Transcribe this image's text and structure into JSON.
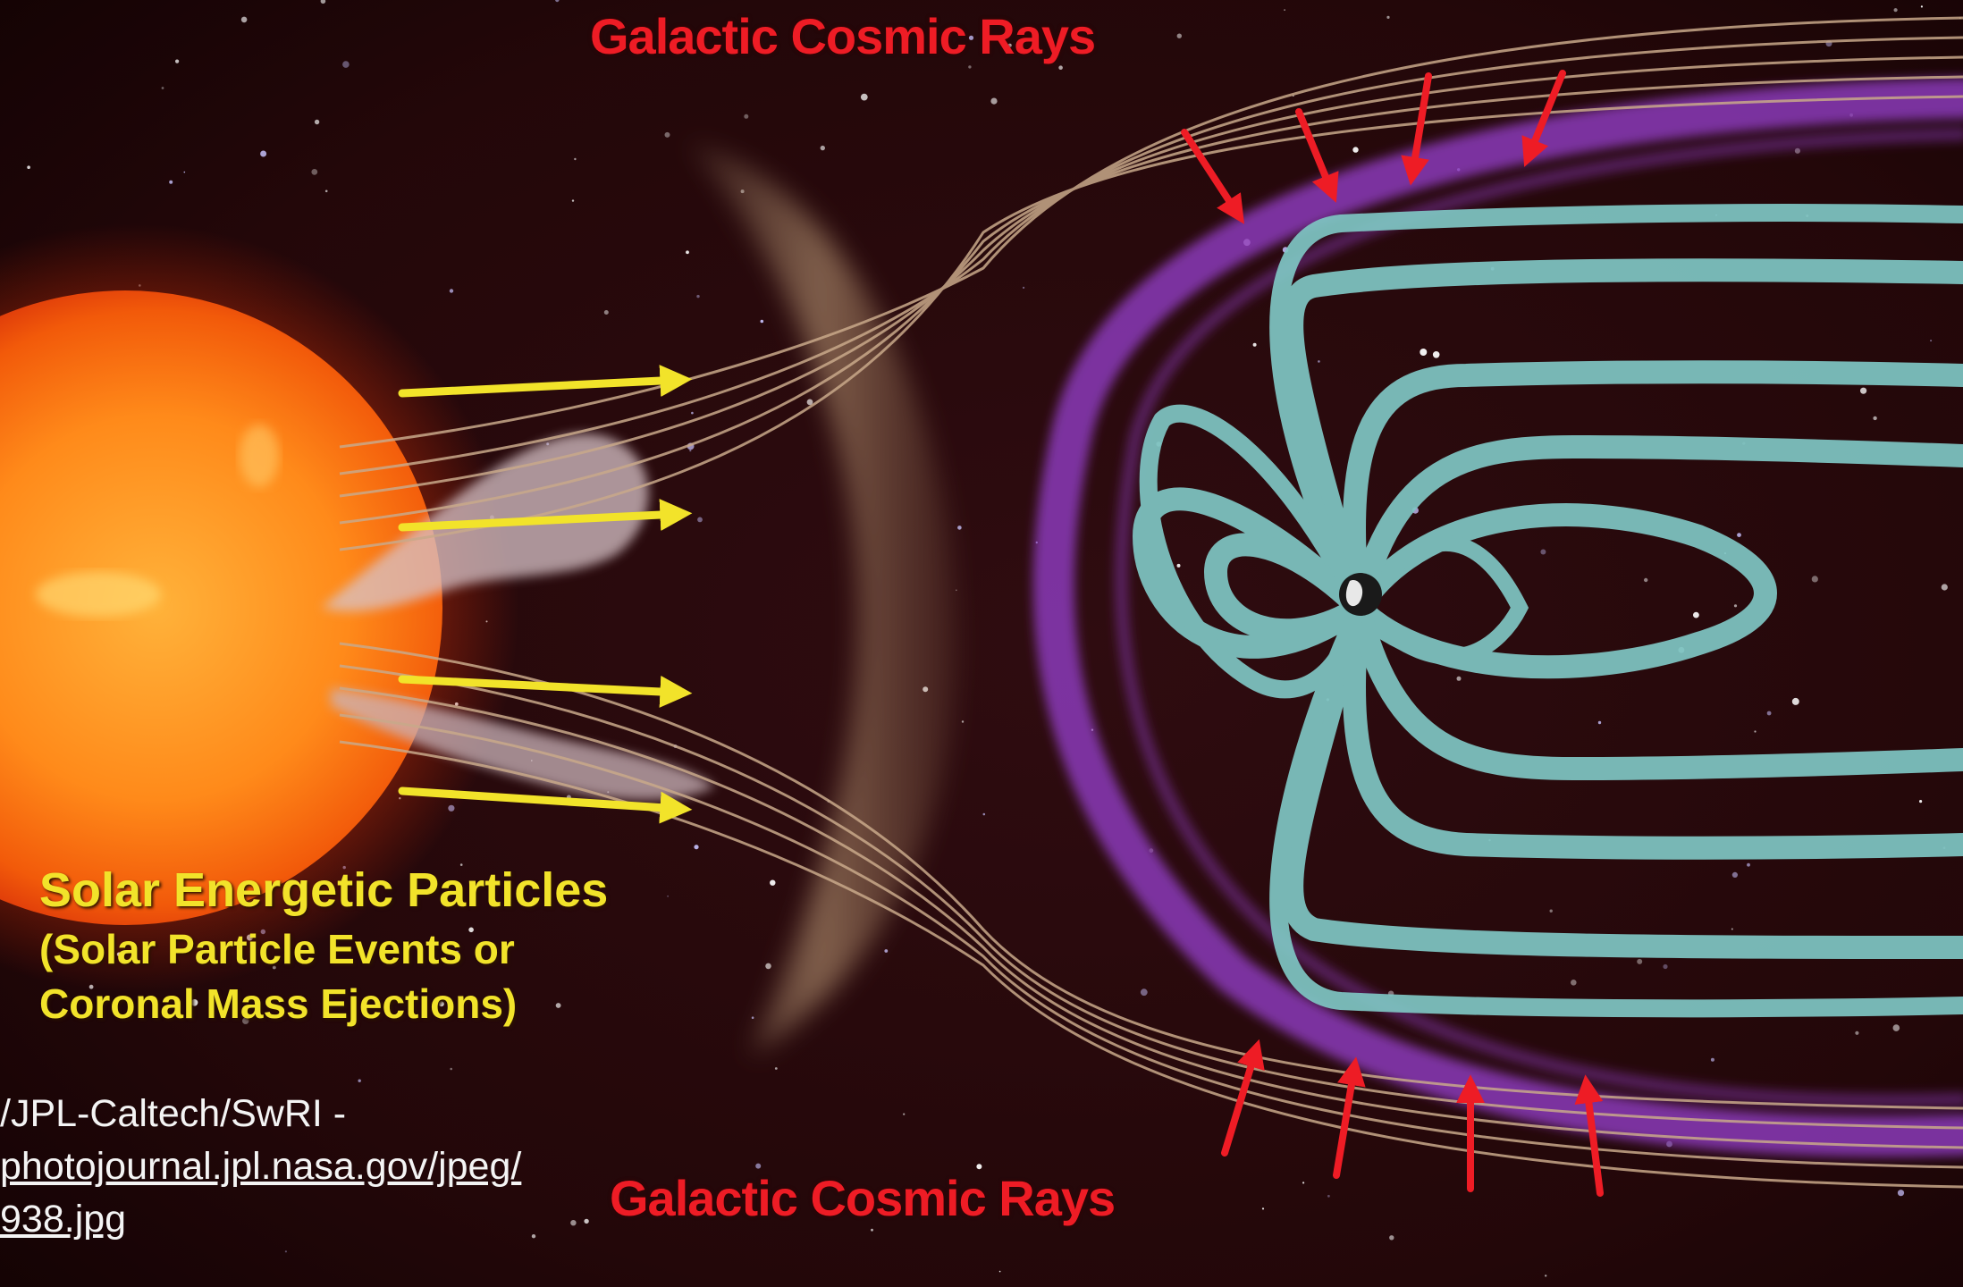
{
  "labels": {
    "galactic_top": "Galactic Cosmic Rays",
    "galactic_bottom": "Galactic Cosmic Rays",
    "sep_title": "Solar Energetic Particles",
    "sep_sub1": "(Solar Particle Events or",
    "sep_sub2": "Coronal Mass Ejections)"
  },
  "credit": {
    "line1": "/JPL-Caltech/SwRI -",
    "line2": "photojournal.jpl.nasa.gov/jpeg/",
    "line3": "938.jpg"
  },
  "colors": {
    "background": "#2a0a0c",
    "sun": "#ff7a10",
    "cosmic_ray_arrows": "#ee1c25",
    "solar_wind_arrows": "#f2e32a",
    "magnetopause": "#8a3ab9",
    "magnetic_field_lines": "#7fc6c4",
    "solar_wind_lines": "#c9a98a"
  },
  "icons": [
    "sun-icon",
    "earth-icon"
  ]
}
